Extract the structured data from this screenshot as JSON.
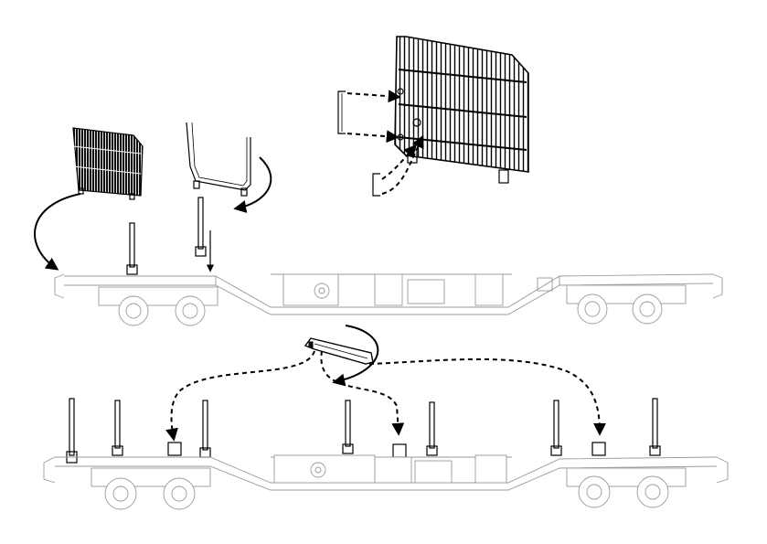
{
  "diagram": {
    "parts": [
      {
        "name": "stake-gate-panel",
        "view": "small"
      },
      {
        "name": "u-frame-stanchion"
      },
      {
        "name": "stake-gate-panel",
        "view": "enlarged"
      },
      {
        "name": "securing-bracket"
      },
      {
        "name": "flat-wagon",
        "variant": "upper"
      },
      {
        "name": "flat-wagon",
        "variant": "lower-with-stanchions"
      },
      {
        "name": "crossbar-bolster"
      }
    ],
    "colors": {
      "line": "#000000",
      "wagon": "#9a9a9a",
      "background": "#ffffff"
    }
  }
}
